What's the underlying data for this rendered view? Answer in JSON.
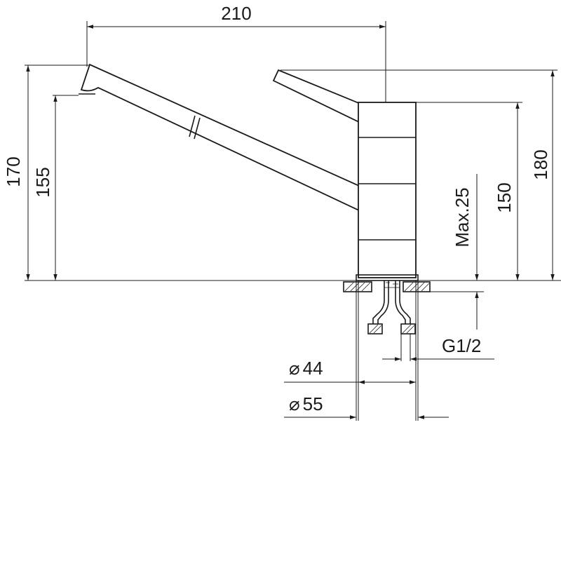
{
  "dimensions": {
    "overall_width": "210",
    "spout_height": "170",
    "outlet_height": "155",
    "lever_height": "180",
    "body_height": "150",
    "max_counter": "Max.25",
    "connection": "G1/2",
    "body_diameter": "44",
    "base_diameter": "55",
    "diameter_symbol": "⌀"
  },
  "colors": {
    "line": "#1a1a1a",
    "background": "#ffffff"
  }
}
